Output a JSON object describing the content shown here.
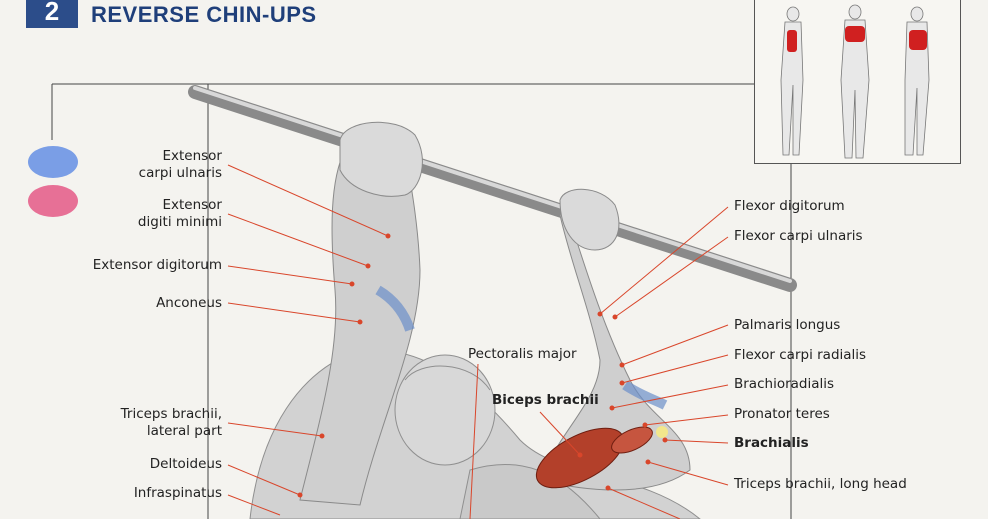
{
  "header": {
    "step_number": "2",
    "title": "REVERSE CHIN-UPS"
  },
  "left_labels": [
    {
      "text": "Extensor\ncarpi ulnaris"
    },
    {
      "text": "Extensor\ndigiti minimi"
    },
    {
      "text": "Extensor digitorum"
    },
    {
      "text": "Anconeus"
    },
    {
      "text": "Triceps brachii,\nlateral part"
    },
    {
      "text": "Deltoideus"
    },
    {
      "text": "Infraspinatus"
    }
  ],
  "center_labels": {
    "pectoralis": "Pectoralis major",
    "biceps": "Biceps brachii"
  },
  "right_labels": [
    {
      "text": "Flexor digitorum"
    },
    {
      "text": "Flexor carpi ulnaris"
    },
    {
      "text": "Palmaris longus"
    },
    {
      "text": "Flexor carpi radialis"
    },
    {
      "text": "Brachioradialis"
    },
    {
      "text": "Pronator teres"
    },
    {
      "text": "Brachialis"
    },
    {
      "text": "Triceps brachii, long head"
    }
  ],
  "colors": {
    "brand_blue": "#2c4d8a",
    "secondary_dot": "#7a9ee6",
    "primary_dot": "#e77096",
    "leader_line": "#d9462b"
  }
}
